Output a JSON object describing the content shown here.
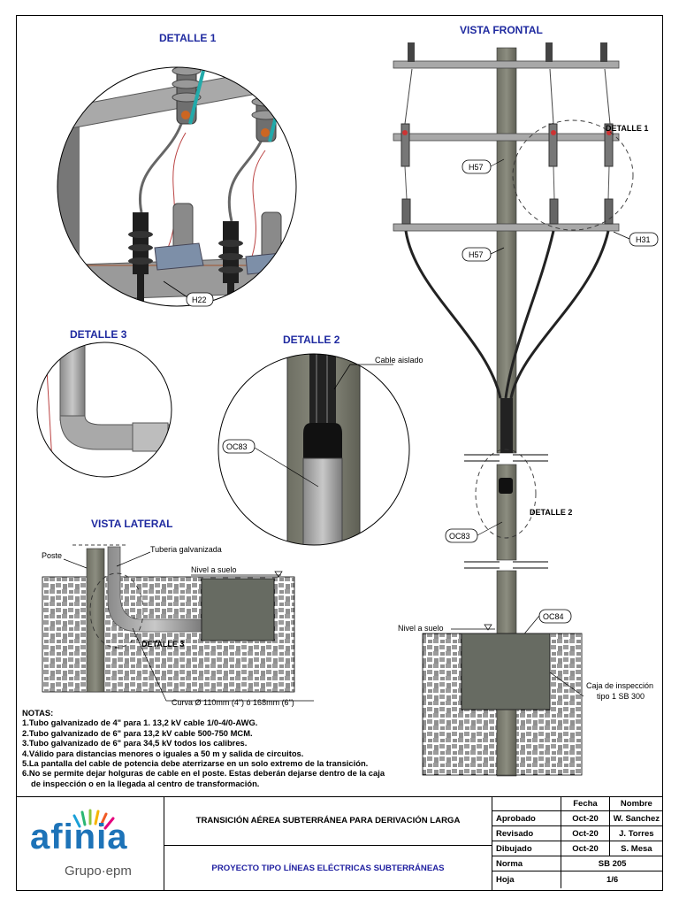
{
  "drawing": {
    "titles": {
      "detalle1": "DETALLE 1",
      "detalle2": "DETALLE 2",
      "detalle3": "DETALLE 3",
      "vista_frontal": "VISTA FRONTAL",
      "vista_lateral": "VISTA LATERAL"
    },
    "tags": {
      "h22": "H22",
      "h57a": "H57",
      "h57b": "H57",
      "h31": "H31",
      "oc83a": "OC83",
      "oc83b": "OC83",
      "oc84": "OC84"
    },
    "labels": {
      "detalle1_ref": "DETALLE 1",
      "detalle2_ref": "DETALLE 2",
      "detalle3_ref": "DETALLE 3",
      "cable_aislado": "Cable aislado",
      "poste": "Poste",
      "tuberia": "Tuberia galvanizada",
      "nivel_suelo_lat": "Nivel a suelo",
      "nivel_suelo_front": "Nivel a suelo",
      "curva": "Curva Ø 110mm (4\") ó 168mm (6\")",
      "caja_1": "Caja de inspección",
      "caja_2": "tipo 1 SB 300"
    }
  },
  "notes": {
    "heading": "NOTAS:",
    "items": [
      "1.Tubo galvanizado de 4\" para 1. 13,2 kV cable 1/0-4/0-AWG.",
      "2.Tubo galvanizado de 6\" para 13,2 kV cable 500-750 MCM.",
      "3.Tubo galvanizado de 6\" para 34,5 kV todos los calibres.",
      "4.Válido para distancias menores o iguales a 50 m y salida de circuitos.",
      "5.La pantalla del cable de potencia debe aterrizarse en un solo extremo de la transición.",
      "6.No se permite dejar holguras de cable en el poste. Estas deberán dejarse dentro de la caja",
      "de inspección o en la llegada al centro de transformación."
    ]
  },
  "title_block": {
    "logo_text": "afinia",
    "logo_sub": "Grupo·epm",
    "title": "TRANSICIÓN AÉREA SUBTERRÁNEA PARA DERIVACIÓN LARGA",
    "project": "PROYECTO TIPO LÍNEAS ELÉCTRICAS SUBTERRÁNEAS",
    "col_fecha": "Fecha",
    "col_nombre": "Nombre",
    "rows": [
      {
        "role": "Aprobado",
        "fecha": "Oct-20",
        "nombre": "W. Sanchez"
      },
      {
        "role": "Revisado",
        "fecha": "Oct-20",
        "nombre": "J. Torres"
      },
      {
        "role": "Dibujado",
        "fecha": "Oct-20",
        "nombre": "S. Mesa"
      }
    ],
    "norma_label": "Norma",
    "norma_value": "SB 205",
    "hoja_label": "Hoja",
    "hoja_value": "1/6"
  }
}
